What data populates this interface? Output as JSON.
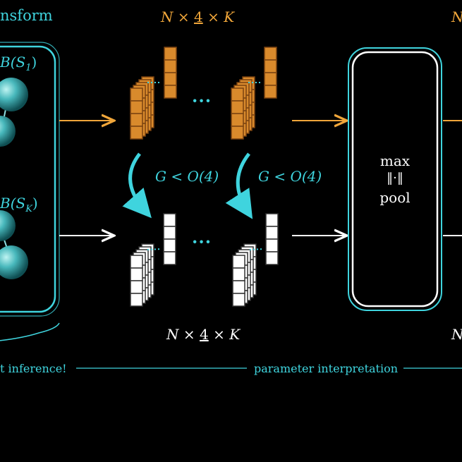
{
  "labels": {
    "transform_title": "nsform",
    "b_s1": "B(S",
    "b_s1_sub": "1",
    "b_sk": "B(S",
    "b_sk_sub": "K",
    "dim_top_pre": "N × ",
    "dim_top_num": "4",
    "dim_top_post": " × K",
    "dim_bottom_pre": "N × ",
    "dim_bottom_num": "4",
    "dim_bottom_post": " × K",
    "right_top_n": "N",
    "right_bottom_n": "N",
    "group_left": "G < O(4)",
    "group_right": "G < O(4)",
    "dots_top": "···",
    "dots_bottom": "···",
    "pool_line1": "max",
    "pool_line2": "‖·‖",
    "pool_line3": "pool",
    "inference": "t inference!",
    "param_interp": "parameter interpretation"
  },
  "colors": {
    "cyan": "#3fd4de",
    "orange": "#f0a63a",
    "orange_fill": "#d98a2c",
    "white": "#ffffff",
    "background": "#000000",
    "sphere": "#4fc4c8"
  }
}
